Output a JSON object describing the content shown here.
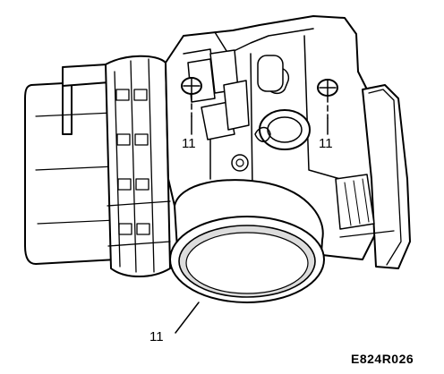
{
  "callouts": {
    "left_screw": "11",
    "right_screw": "11",
    "outlet_flange": "11"
  },
  "figure_code": "E824R026",
  "colors": {
    "line": "#000000",
    "fill": "#ffffff",
    "shade": "#dcdcdc"
  }
}
